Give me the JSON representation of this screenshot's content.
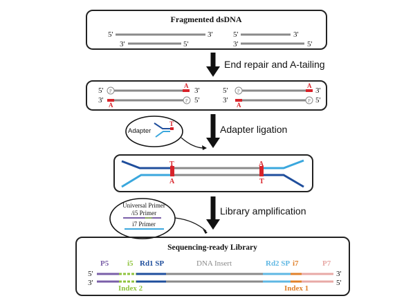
{
  "panels": {
    "fragmented_title": "Fragmented dsDNA",
    "library_title": "Sequencing-ready Library"
  },
  "strand_labels": {
    "five_prime": "5'",
    "three_prime": "3'"
  },
  "steps": {
    "end_repair": "End repair and A-tailing",
    "adapter_ligation": "Adapter ligation",
    "library_amplification": "Library amplification"
  },
  "bases": {
    "adenine": "A",
    "thymine": "T",
    "phosphate": "P"
  },
  "inset_labels": {
    "adapter": "Adapter",
    "universal_primer": "Universal Primer",
    "i5_primer": "/i5 Primer",
    "i7_primer": "i7 Primer"
  },
  "library_segments": {
    "p5": "P5",
    "i5": "i5",
    "rd1_sp": "Rd1 SP",
    "dna_insert": "DNA Insert",
    "rd2_sp": "Rd2 SP",
    "i7": "i7",
    "p7": "P7",
    "index2": "Index 2",
    "index1": "Index 1"
  },
  "colors": {
    "dna_gray": "#8a8a8a",
    "marker_red": "#d8232a",
    "adapter_dark_blue": "#1f4e9c",
    "adapter_light_blue": "#3aa7dd",
    "p5_purple": "#7a5fa8",
    "i5_green": "#8fc33e",
    "rd2_sky": "#5fb7e3",
    "i7_orange": "#e0802a",
    "p7_pink": "#e8a9a6",
    "arrow_black": "#111111",
    "box_stroke": "#222222"
  }
}
